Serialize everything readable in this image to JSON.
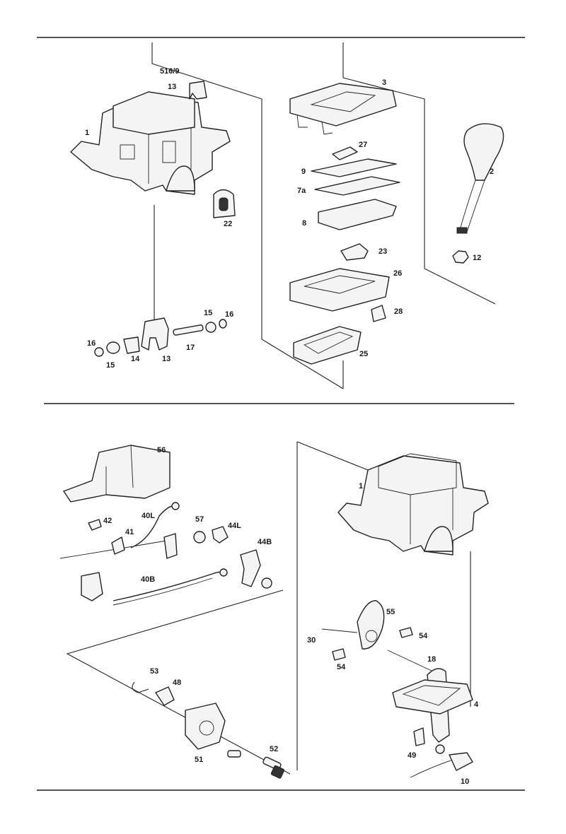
{
  "top_panel": {
    "labels": {
      "l1": "1",
      "l516": "516/9",
      "l13top": "13",
      "l22": "22",
      "l3": "3",
      "l27": "27",
      "l9": "9",
      "l7a": "7a",
      "l8": "8",
      "l23": "23",
      "l26": "26",
      "l28": "28",
      "l25": "25",
      "l2": "2",
      "l12": "12",
      "l15a": "15",
      "l16a": "16",
      "l16b": "16",
      "l15b": "15",
      "l14": "14",
      "l13": "13",
      "l17": "17"
    }
  },
  "bottom_panel": {
    "labels": {
      "l56": "56",
      "l42": "42",
      "l41": "41",
      "l40L": "40L",
      "l57": "57",
      "l44L": "44L",
      "l44B": "44B",
      "l40B": "40B",
      "l53": "53",
      "l48": "48",
      "l51": "51",
      "l52": "52",
      "l1b": "1",
      "l55": "55",
      "l30": "30",
      "l54a": "54",
      "l54b": "54",
      "l18": "18",
      "l4": "4",
      "l49": "49",
      "l10": "10"
    }
  }
}
